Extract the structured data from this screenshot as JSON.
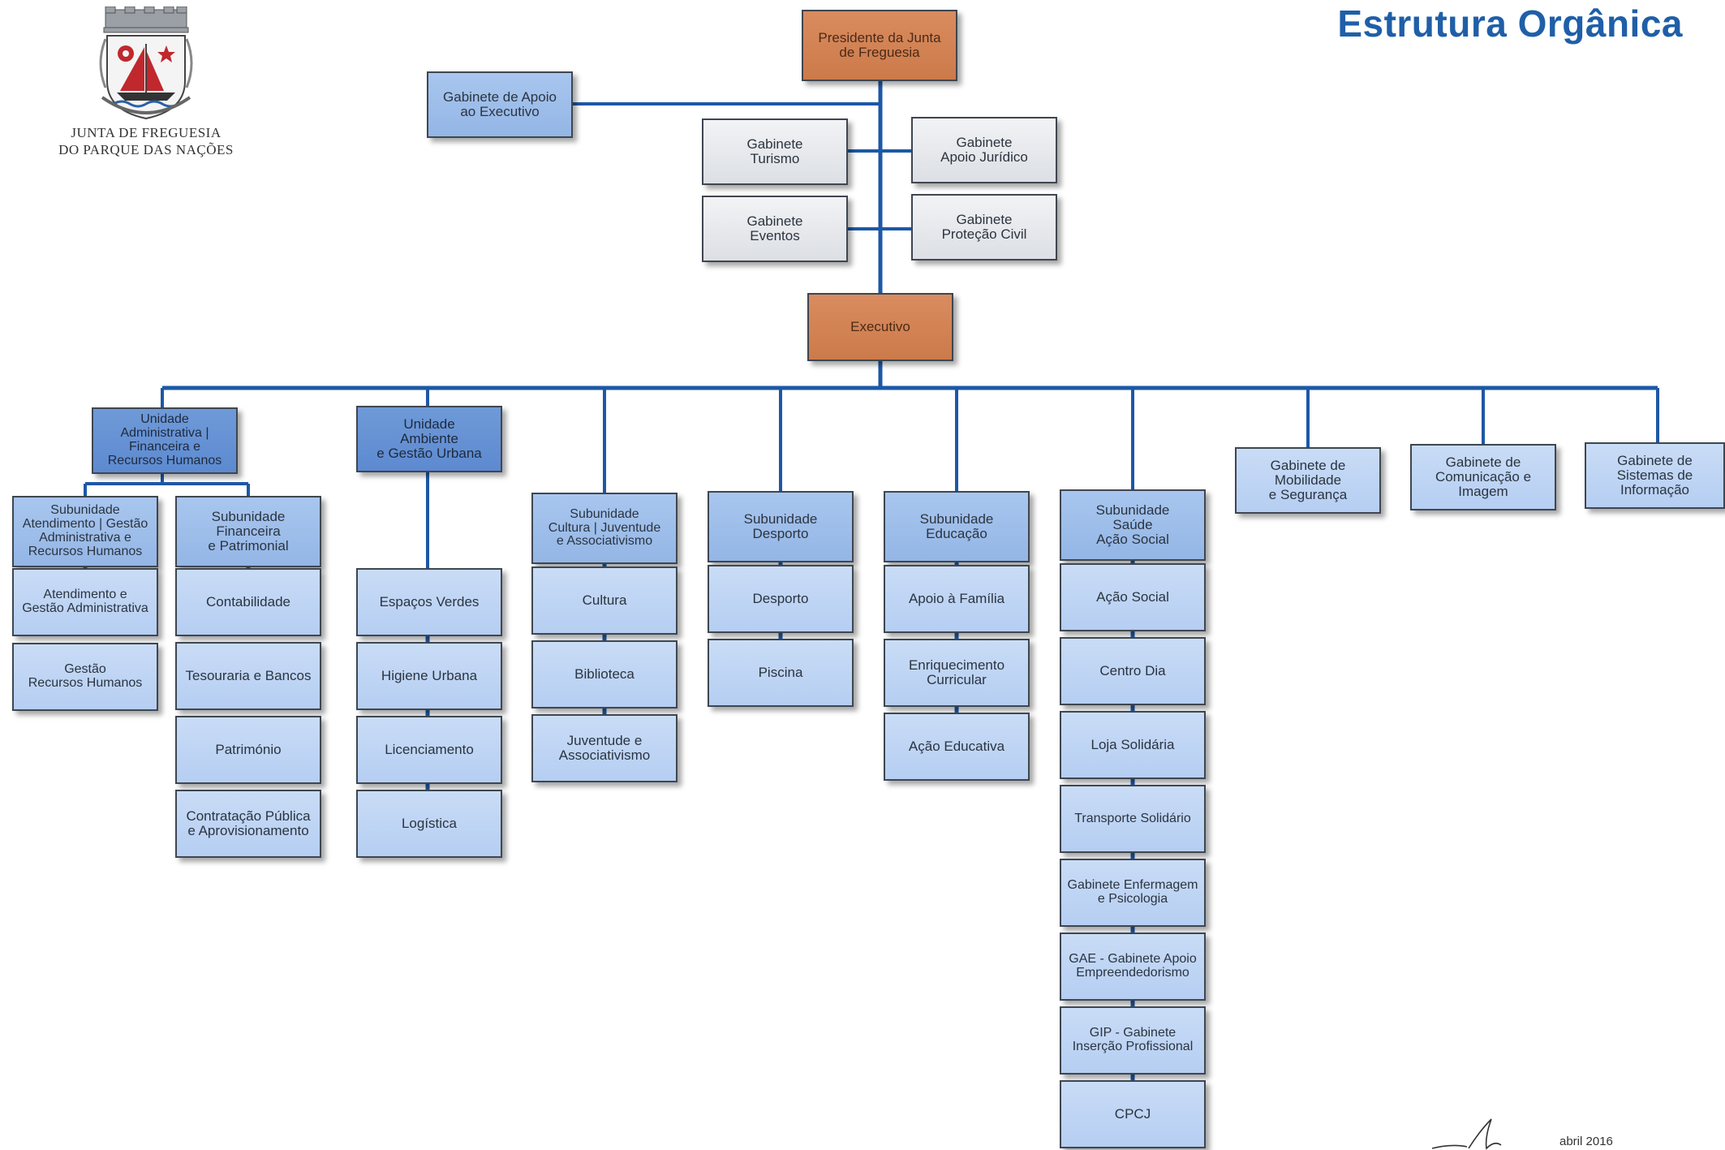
{
  "header": {
    "title": "Estrutura Orgânica",
    "logo_line1": "JUNTA DE FREGUESIA",
    "logo_line2": "DO PARQUE DAS NAÇÕES"
  },
  "footer": {
    "date": "abril 2016"
  },
  "colors": {
    "connector": "#1d58a6",
    "orange": "#d4845a",
    "grey": "#e6e8ec",
    "dark_blue": "#6a96d6",
    "mid_blue": "#a2c1ec",
    "light_blue": "#c0d6f4",
    "title": "#1f5fa8"
  },
  "nodes": [
    {
      "id": "presidente",
      "text": "Presidente da Junta\nde Freguesia",
      "style": "orange"
    },
    {
      "id": "gab-apoio-executivo",
      "text": "Gabinete de Apoio\nao Executivo",
      "style": "mid"
    },
    {
      "id": "gab-turismo",
      "text": "Gabinete\nTurismo",
      "style": "grey"
    },
    {
      "id": "gab-apoio-juridico",
      "text": "Gabinete\nApoio Jurídico",
      "style": "grey"
    },
    {
      "id": "gab-eventos",
      "text": "Gabinete\nEventos",
      "style": "grey"
    },
    {
      "id": "gab-protecao-civil",
      "text": "Gabinete\nProteção Civil",
      "style": "grey"
    },
    {
      "id": "executivo",
      "text": "Executivo",
      "style": "orange"
    },
    {
      "id": "un-administrativa",
      "text": "Unidade\nAdministrativa |\nFinanceira e\nRecursos Humanos",
      "style": "dark"
    },
    {
      "id": "un-ambiente",
      "text": "Unidade\nAmbiente\ne Gestão Urbana",
      "style": "dark"
    },
    {
      "id": "sub-atendimento",
      "text": "Subunidade\nAtendimento | Gestão\nAdministrativa e\nRecursos Humanos",
      "style": "mid"
    },
    {
      "id": "atendimento-gestao",
      "text": "Atendimento e\nGestão Administrativa",
      "style": "light"
    },
    {
      "id": "gestao-rh",
      "text": "Gestão\nRecursos Humanos",
      "style": "light"
    },
    {
      "id": "sub-financeira",
      "text": "Subunidade\nFinanceira\ne Patrimonial",
      "style": "mid"
    },
    {
      "id": "contabilidade",
      "text": "Contabilidade",
      "style": "light"
    },
    {
      "id": "tesouraria",
      "text": "Tesouraria e Bancos",
      "style": "light"
    },
    {
      "id": "patrimonio",
      "text": "Património",
      "style": "light"
    },
    {
      "id": "contratacao",
      "text": "Contratação Pública\ne Aprovisionamento",
      "style": "light"
    },
    {
      "id": "espacos-verdes",
      "text": "Espaços Verdes",
      "style": "light"
    },
    {
      "id": "higiene-urbana",
      "text": "Higiene Urbana",
      "style": "light"
    },
    {
      "id": "licenciamento",
      "text": "Licenciamento",
      "style": "light"
    },
    {
      "id": "logistica",
      "text": "Logística",
      "style": "light"
    },
    {
      "id": "sub-cultura",
      "text": "Subunidade\nCultura | Juventude\ne Associativismo",
      "style": "mid"
    },
    {
      "id": "cultura",
      "text": "Cultura",
      "style": "light"
    },
    {
      "id": "biblioteca",
      "text": "Biblioteca",
      "style": "light"
    },
    {
      "id": "juventude",
      "text": "Juventude e\nAssociativismo",
      "style": "light"
    },
    {
      "id": "sub-desporto",
      "text": "Subunidade\nDesporto",
      "style": "mid"
    },
    {
      "id": "desporto",
      "text": "Desporto",
      "style": "light"
    },
    {
      "id": "piscina",
      "text": "Piscina",
      "style": "light"
    },
    {
      "id": "sub-educacao",
      "text": "Subunidade\nEducação",
      "style": "mid"
    },
    {
      "id": "apoio-familia",
      "text": "Apoio à Família",
      "style": "light"
    },
    {
      "id": "enriquecimento",
      "text": "Enriquecimento\nCurricular",
      "style": "light"
    },
    {
      "id": "acao-educativa",
      "text": "Ação Educativa",
      "style": "light"
    },
    {
      "id": "sub-saude",
      "text": "Subunidade\nSaúde\nAção Social",
      "style": "mid"
    },
    {
      "id": "acao-social",
      "text": "Ação Social",
      "style": "light"
    },
    {
      "id": "centro-dia",
      "text": "Centro Dia",
      "style": "light"
    },
    {
      "id": "loja-solidaria",
      "text": "Loja Solidária",
      "style": "light"
    },
    {
      "id": "transporte-solidario",
      "text": "Transporte Solidário",
      "style": "light"
    },
    {
      "id": "gab-enfermagem",
      "text": "Gabinete Enfermagem\ne Psicologia",
      "style": "light"
    },
    {
      "id": "gae",
      "text": "GAE - Gabinete Apoio\nEmpreendedorismo",
      "style": "light"
    },
    {
      "id": "gip",
      "text": "GIP - Gabinete\nInserção Profissional",
      "style": "light"
    },
    {
      "id": "cpcj",
      "text": "CPCJ",
      "style": "light"
    },
    {
      "id": "gab-mobilidade",
      "text": "Gabinete de\nMobilidade\ne Segurança",
      "style": "light"
    },
    {
      "id": "gab-comunicacao",
      "text": "Gabinete de\nComunicação e\nImagem",
      "style": "light"
    },
    {
      "id": "gab-sistemas",
      "text": "Gabinete de\nSistemas de\nInformação",
      "style": "light"
    }
  ]
}
